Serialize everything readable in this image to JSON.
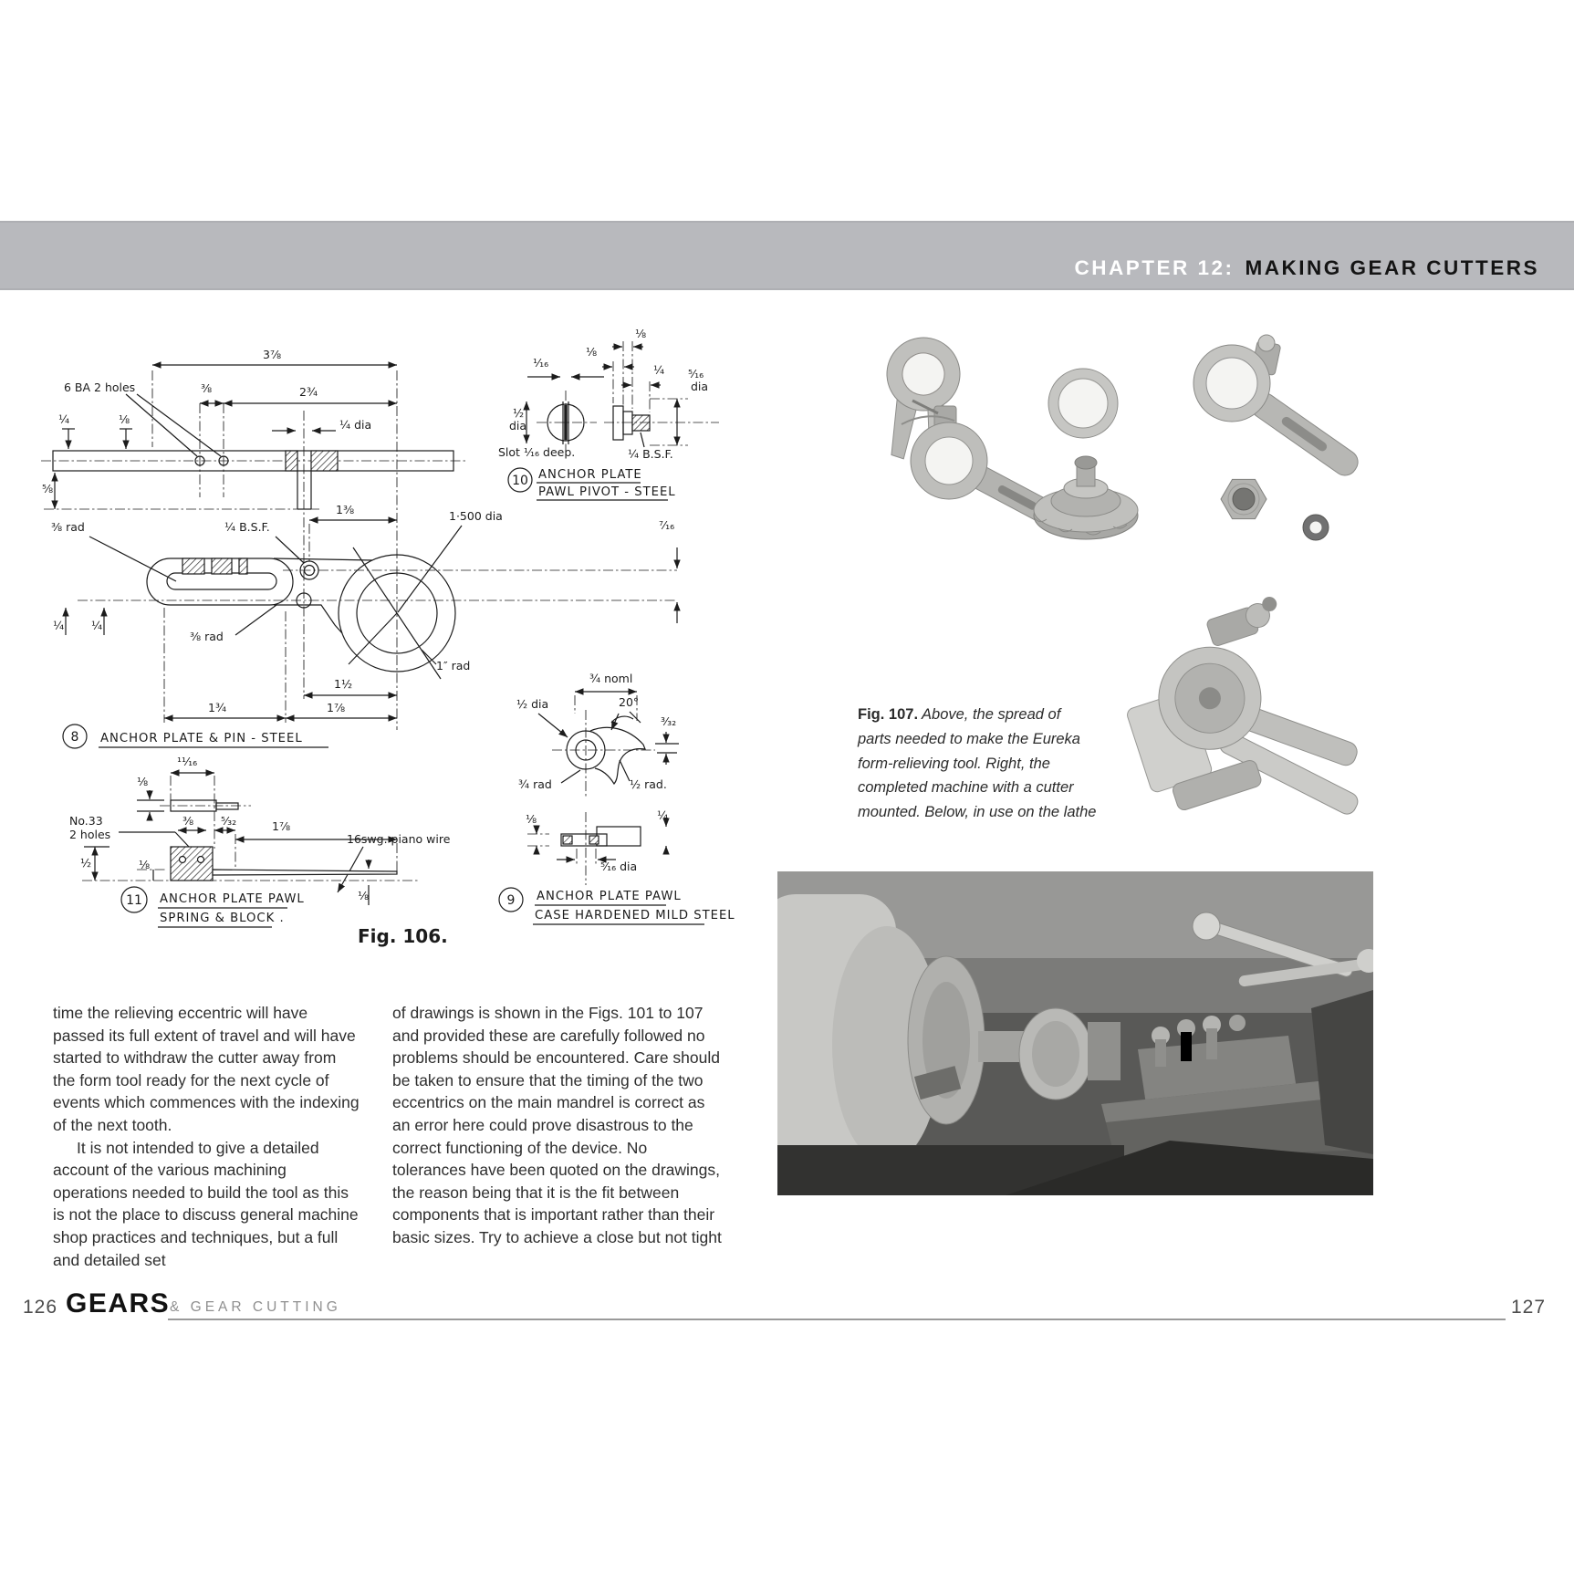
{
  "header": {
    "chapter_label": "CHAPTER 12:",
    "chapter_title": "MAKING GEAR CUTTERS",
    "band_color": "#b8b9bd",
    "label_color": "#ffffff",
    "title_color": "#141414"
  },
  "figure106": {
    "fig_label": "Fig. 106.",
    "top_view": {
      "dim_3_7_8": "3⅞",
      "dim_2_3_4": "2¾",
      "dim_3_8": "⅜",
      "dim_1_4_dia": "¼ dia",
      "note_holes": "6 BA  2 holes",
      "dim_1_4": "¼",
      "dim_1_8": "⅛",
      "dim_5_8": "⅝"
    },
    "plate": {
      "number": "8",
      "title": "ANCHOR PLATE & PIN - STEEL",
      "rad_3_8_upper": "⅜ rad",
      "rad_3_8_lower": "⅜ rad",
      "bsf": "¼ B.S.F.",
      "dim_1_3_8": "1⅜",
      "dia_bore": "1·500 dia",
      "dim_7_16": "⁷⁄₁₆",
      "rad_1_inch": "1″ rad",
      "dim_1_1_2": "1½",
      "dim_1_3_4": "1¾",
      "dim_1_7_8": "1⅞",
      "dim_1_4_a": "¼",
      "dim_1_4_b": "¼"
    },
    "pivot": {
      "number": "10",
      "title_line1": "ANCHOR PLATE",
      "title_line2": "PAWL PIVOT - STEEL",
      "dim_1_16": "¹⁄₁₆",
      "dim_1_8_a": "⅛",
      "dim_1_8_b": "⅛",
      "dim_1_4": "¼",
      "dia_5_16": "⁵⁄₁₆",
      "dia_5_16_unit": "dia",
      "dia_1_2": "½",
      "dia_1_2_unit": "dia",
      "slot_note": "Slot ¹⁄₁₆ deep.",
      "bsf": "¼ B.S.F."
    },
    "pawl": {
      "number": "9",
      "title_line1": "ANCHOR PLATE PAWL",
      "title_line2": "CASE HARDENED MILD STEEL",
      "dim_3_4_noml": "¾ noml",
      "dia_1_2": "½ dia",
      "angle": "20°",
      "dim_3_32": "³⁄₃₂",
      "rad_3_4": "¾ rad",
      "rad_1_2": "½ rad.",
      "dim_1_8": "⅛",
      "dim_1_4": "¼",
      "dia_5_16": "⁵⁄₁₆ dia"
    },
    "spring_block": {
      "number": "11",
      "title_line1": "ANCHOR PLATE PAWL",
      "title_line2": "SPRING & BLOCK .",
      "dim_11_16": "¹¹⁄₁₆",
      "dim_1_8_top": "⅛",
      "note_holes_line1": "No.33",
      "note_holes_line2": "2 holes",
      "dim_3_8": "⅜",
      "dim_5_32": "⁵⁄₃₂",
      "dim_1_7_8": "1⅞",
      "note_wire": "16swg. piano wire",
      "dim_1_2": "½",
      "dim_1_8_mid": "⅛",
      "dim_1_8_right": "⅛"
    }
  },
  "body": {
    "col1_p1": "time the relieving eccentric will have passed its full extent of travel and will have started to withdraw the cutter away from the form tool ready for the next cycle of events which commences with the indexing of the next tooth.",
    "col1_p2": "It is not intended to give a detailed account of the various machining operations needed to build the tool as this is not the place to discuss general machine shop practices and techniques, but a full and detailed set",
    "col2_p1": "of drawings is shown in the Figs. 101 to 107 and provided these are carefully followed no problems should be encountered. Care should be taken to ensure that the timing of the two eccentrics on the main mandrel is correct as an error here could prove disastrous to the correct functioning of the device. No tolerances have been quoted on the drawings, the reason being that it is the fit between components that is important rather than their basic sizes. Try to achieve a close but not tight"
  },
  "figure107": {
    "label": "Fig. 107.",
    "caption": "Above, the spread of parts needed to make the Eureka form-relieving tool. Right, the completed machine with a cutter mounted. Below, in use on the lathe"
  },
  "footer": {
    "page_left": "126",
    "series_title": "GEARS",
    "series_subtitle": "& GEAR CUTTING",
    "page_right": "127"
  }
}
